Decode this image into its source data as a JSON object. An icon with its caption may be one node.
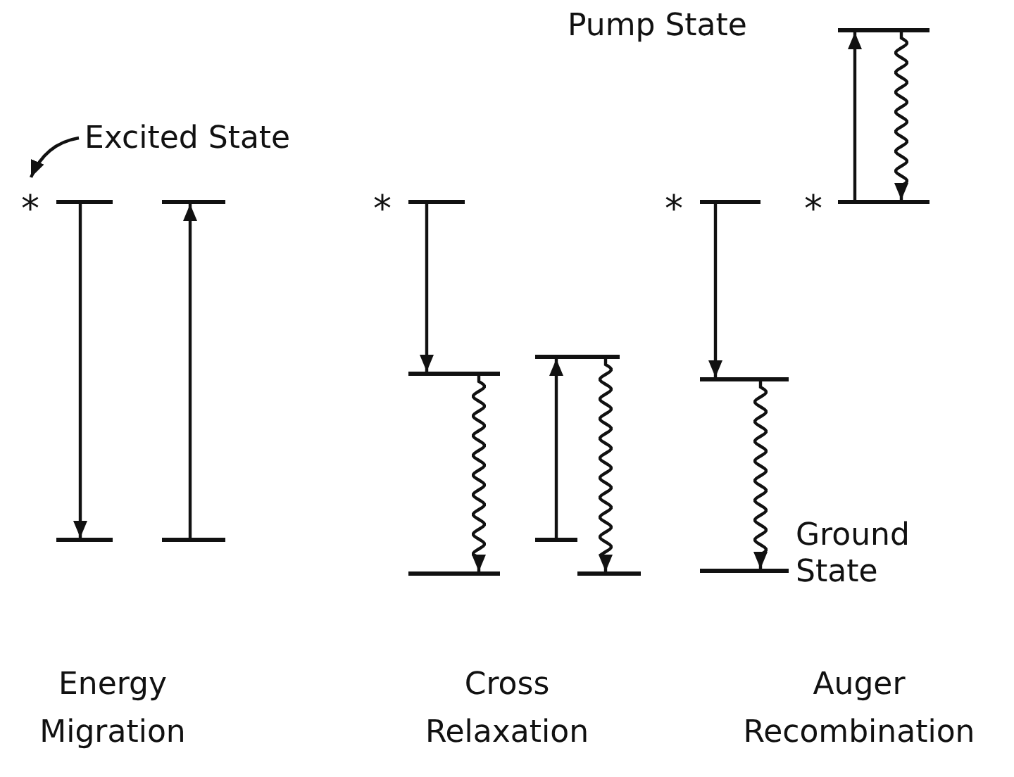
{
  "diagram": {
    "nodes": [
      {
        "text": [
          "Excited State"
        ]
      },
      {
        "text": [],
        "shape": "bar",
        "beside": [
          "*"
        ]
      },
      {
        "text": [],
        "shape": "bar"
      },
      {
        "text": [],
        "shape": "bar"
      },
      {
        "text": [],
        "shape": "bar"
      },
      {
        "text": [],
        "shape": "bar",
        "beside": [
          "*"
        ]
      },
      {
        "text": [],
        "shape": "bar"
      },
      {
        "text": [],
        "shape": "bar"
      },
      {
        "text": [],
        "shape": "bar"
      },
      {
        "text": [],
        "shape": "bar"
      },
      {
        "text": [],
        "shape": "bar"
      },
      {
        "text": [],
        "shape": "bar",
        "beside": [
          "*"
        ]
      },
      {
        "text": [],
        "shape": "bar"
      },
      {
        "text": [],
        "shape": "bar",
        "beside": [
          "Ground State"
        ]
      },
      {
        "text": [],
        "shape": "bar",
        "beside": [
          "Pump State"
        ]
      },
      {
        "text": [],
        "shape": "bar",
        "beside": [
          "*"
        ]
      }
    ],
    "edges": [
      {
        "from": 0,
        "to": 1,
        "arrow": "to"
      },
      {
        "from": 1,
        "to": 2,
        "arrow": "to"
      },
      {
        "from": 4,
        "to": 3,
        "arrow": "to"
      },
      {
        "from": 5,
        "to": 6,
        "arrow": "to"
      },
      {
        "from": 6,
        "to": 7,
        "arrow": "to"
      },
      {
        "from": 9,
        "to": 8,
        "arrow": "to"
      },
      {
        "from": 8,
        "to": 10,
        "arrow": "to"
      },
      {
        "from": 11,
        "to": 12,
        "arrow": "to"
      },
      {
        "from": 12,
        "to": 13,
        "arrow": "to"
      },
      {
        "from": 15,
        "to": 14,
        "arrow": "to"
      },
      {
        "from": 14,
        "to": 15,
        "arrow": "to"
      }
    ],
    "labels": [
      "Energy Migration",
      "Cross Relaxation",
      "Auger Recombination"
    ]
  }
}
